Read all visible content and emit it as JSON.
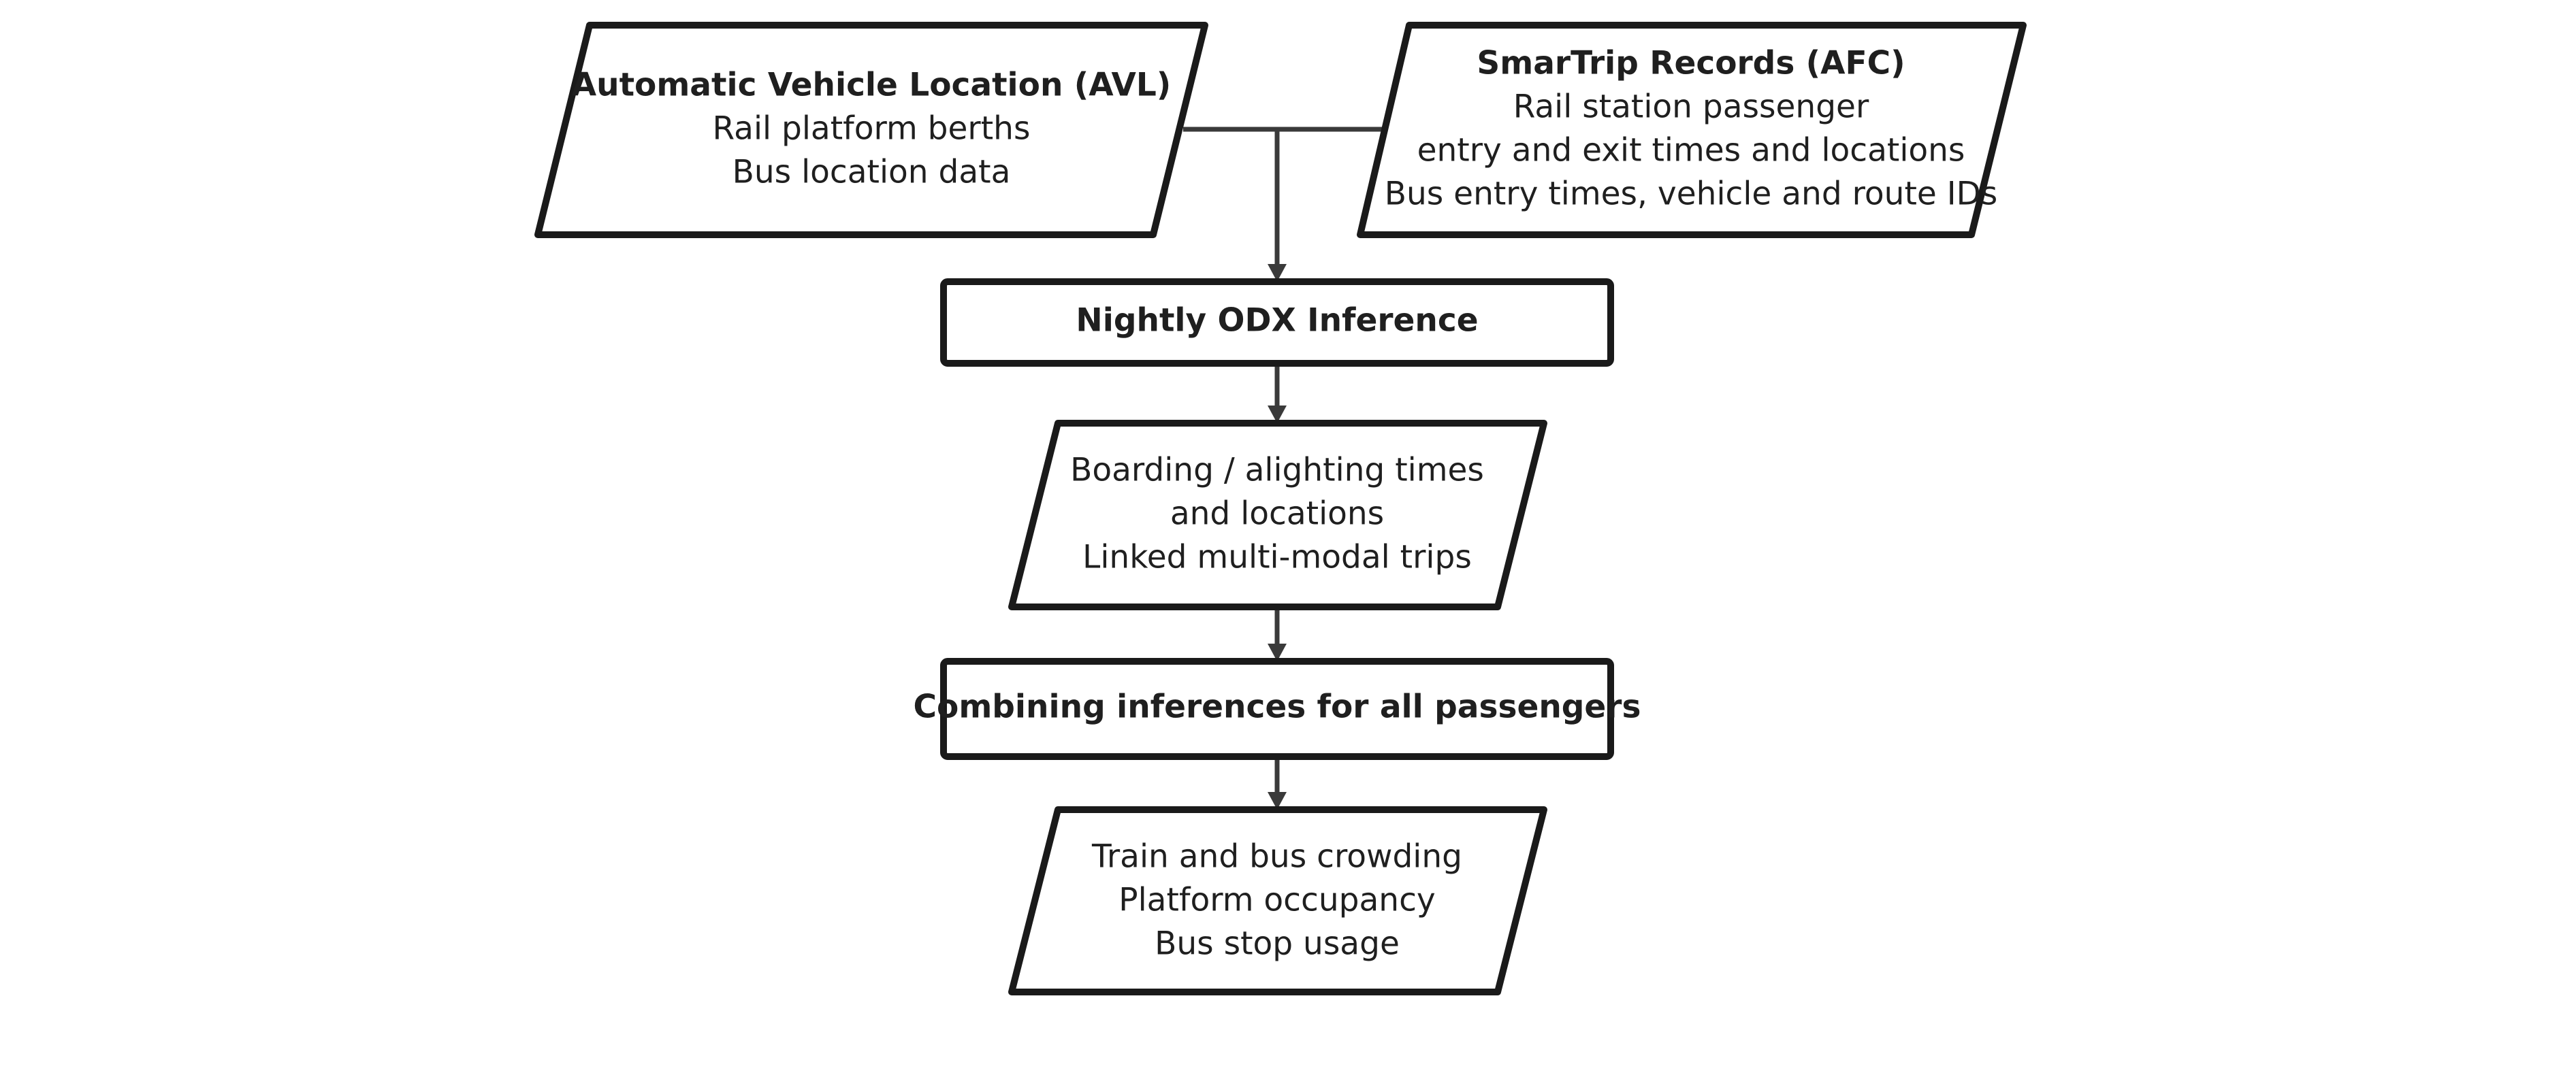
{
  "diagram": {
    "avl": {
      "title": "Automatic Vehicle Location (AVL)",
      "line1": "Rail platform berths",
      "line2": "Bus location data"
    },
    "afc": {
      "title": "SmarTrip Records (AFC)",
      "line1": "Rail station passenger",
      "line2": "entry and exit times and locations",
      "line3": "Bus entry times, vehicle and route IDs"
    },
    "odx": {
      "title": "Nightly ODX Inference"
    },
    "boarding": {
      "line1": "Boarding / alighting times",
      "line2": "and locations",
      "line3": "Linked multi-modal trips"
    },
    "combining": {
      "title": "Combining inferences for all passengers"
    },
    "outputs": {
      "line1": "Train and bus crowding",
      "line2": "Platform occupancy",
      "line3": "Bus stop usage"
    }
  }
}
